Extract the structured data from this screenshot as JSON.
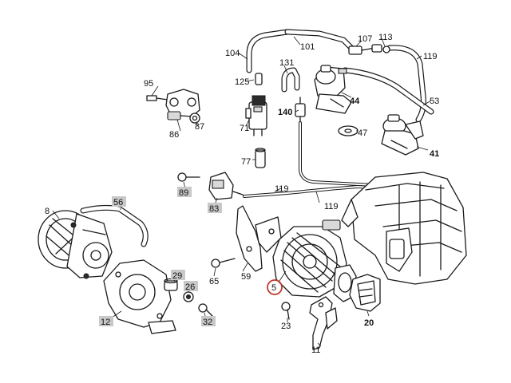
{
  "colors": {
    "background": "#ffffff",
    "line": "#1a1a1a",
    "highlight_box": "#c8c8c8",
    "selected_ring": "#c0392b"
  },
  "labels": {
    "l104": "104",
    "l101": "101",
    "l107": "107",
    "l113": "113",
    "l119a": "119",
    "l131": "131",
    "l95": "95",
    "l125": "125",
    "l53": "53",
    "l44": "44",
    "l140": "140",
    "l71": "71",
    "l47": "47",
    "l87": "87",
    "l86": "86",
    "l41": "41",
    "l77": "77",
    "l89": "89",
    "l119b": "119",
    "l56": "56",
    "l8": "8",
    "l83": "83",
    "l119c": "119",
    "l65": "65",
    "l59": "59",
    "l29": "29",
    "l26": "26",
    "l5": "5",
    "l20": "20",
    "l32": "32",
    "l12": "12",
    "l23": "23",
    "l11": "11"
  },
  "highlighted_labels": [
    "89",
    "56",
    "83",
    "29",
    "26",
    "32",
    "12"
  ],
  "selected_label": "5"
}
